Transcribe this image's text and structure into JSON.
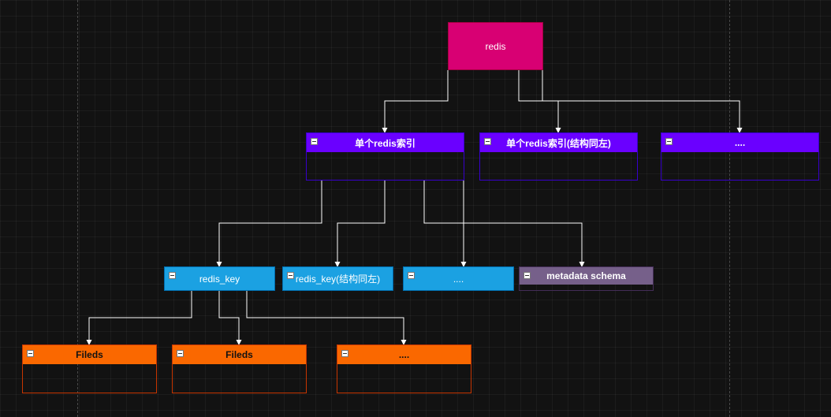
{
  "diagram": {
    "root": {
      "label": "redis"
    },
    "level1": [
      {
        "label": "单个redis索引"
      },
      {
        "label": "单个redis索引(结构同左)"
      },
      {
        "label": "...."
      }
    ],
    "level2": [
      {
        "label": "redis_key"
      },
      {
        "label": "redis_key(结构同左)"
      },
      {
        "label": "...."
      },
      {
        "label": "metadata schema"
      }
    ],
    "level3": [
      {
        "label": "Fileds"
      },
      {
        "label": "Fileds"
      },
      {
        "label": "...."
      }
    ]
  },
  "colors": {
    "root": "#d80073",
    "index": "#6a00ff",
    "key": "#1ba1e2",
    "meta": "#76608a",
    "field": "#fa6800",
    "edge": "#ffffff",
    "background": "#121212"
  },
  "icons": {
    "collapse": "minus-toggle-icon"
  }
}
